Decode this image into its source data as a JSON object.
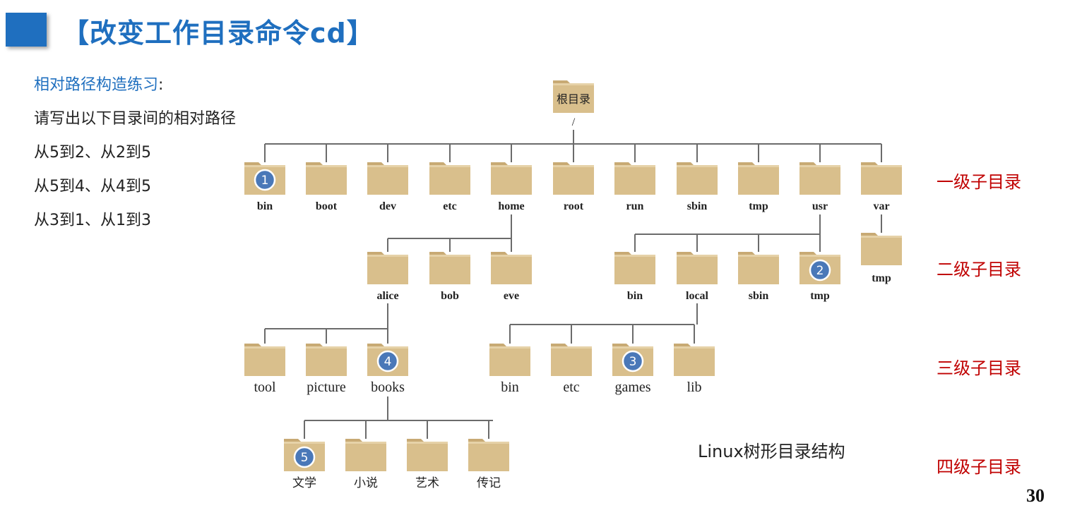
{
  "header": {
    "title": "【改变工作目录命令cd】"
  },
  "exercise": {
    "subtitle": "相对路径构造练习",
    "subtitle_colon": ":",
    "lines": [
      "请写出以下目录间的相对路径",
      "从5到2、从2到5",
      "从5到4、从4到5",
      "从3到1、从1到3"
    ]
  },
  "levels": [
    "一级子目录",
    "二级子目录",
    "三级子目录",
    "四级子目录"
  ],
  "caption": "Linux树形目录结构",
  "page_number": "30",
  "colors": {
    "title_blue": "#1f6fbf",
    "level_red": "#c00000",
    "folder_body": "#d9bf8c",
    "folder_tab": "#c8aa74",
    "line": "#6b6b6b",
    "badge": "#4a78b8"
  },
  "tree": {
    "root": {
      "label": "根目录",
      "sublabel": "/"
    },
    "level1": [
      "bin",
      "boot",
      "dev",
      "etc",
      "home",
      "root",
      "run",
      "sbin",
      "tmp",
      "usr",
      "var"
    ],
    "home_children": [
      "alice",
      "bob",
      "eve"
    ],
    "usr_children": [
      "bin",
      "local",
      "sbin",
      "tmp"
    ],
    "var_children": [
      "tmp"
    ],
    "alice_children": [
      "tool",
      "picture",
      "books"
    ],
    "local_children": [
      "bin",
      "etc",
      "games",
      "lib"
    ],
    "books_children": [
      "文学",
      "小说",
      "艺术",
      "传记"
    ],
    "badges": [
      {
        "number": "1",
        "folder": "bin"
      },
      {
        "number": "2",
        "folder": "usr/tmp"
      },
      {
        "number": "3",
        "folder": "usr/local/games"
      },
      {
        "number": "4",
        "folder": "home/alice/books"
      },
      {
        "number": "5",
        "folder": "home/alice/books/文学"
      }
    ]
  }
}
